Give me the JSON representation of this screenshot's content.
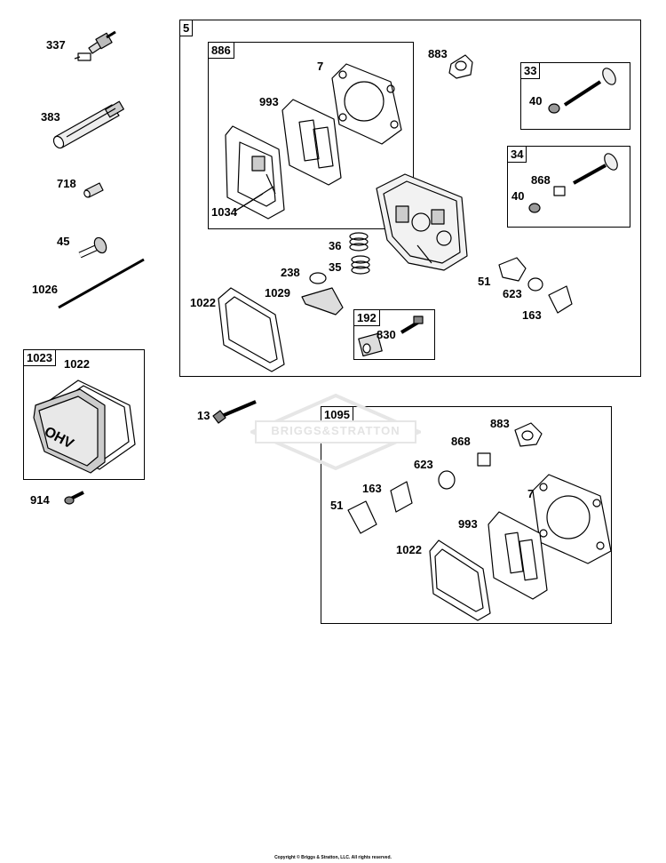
{
  "diagram": {
    "watermark": "BRIGGS&STRATTON",
    "copyright": "Copyright © Briggs & Stratton, LLC. All rights reserved.",
    "groups": {
      "g5": "5",
      "g886": "886",
      "g33": "33",
      "g34": "34",
      "g192": "192",
      "g1023": "1023",
      "g1095": "1095"
    },
    "labels": {
      "p337": "337",
      "p383": "383",
      "p718": "718",
      "p45": "45",
      "p1026": "1026",
      "p1022_cover": "1022",
      "p914": "914",
      "p7": "7",
      "p993": "993",
      "p1034": "1034",
      "p883": "883",
      "p40a": "40",
      "p868": "868",
      "p40b": "40",
      "p36": "36",
      "p35": "35",
      "p238": "238",
      "p1029": "1029",
      "p1022": "1022",
      "p830": "830",
      "p51": "51",
      "p623": "623",
      "p163": "163",
      "p13": "13",
      "k883": "883",
      "k868": "868",
      "k623": "623",
      "k163": "163",
      "k51": "51",
      "k7": "7",
      "k993": "993",
      "k1022": "1022"
    }
  }
}
